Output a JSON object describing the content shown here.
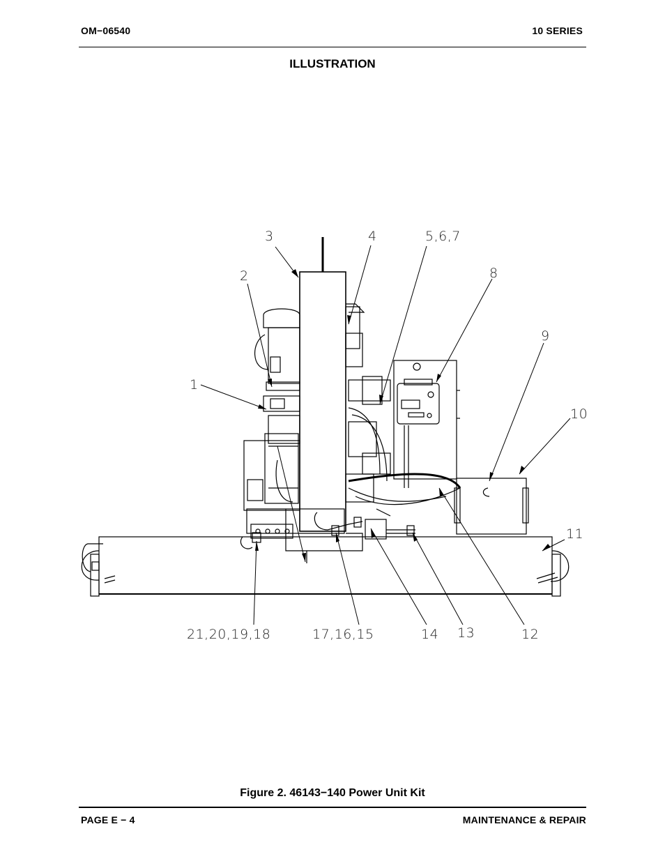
{
  "header": {
    "doc_number": "OM−06540",
    "series": "10 SERIES"
  },
  "section_title": "ILLUSTRATION",
  "figure": {
    "callouts": [
      "3",
      "4",
      "5,6,7",
      "2",
      "8",
      "9",
      "1",
      "10",
      "11",
      "21,20,19,18",
      "17,16,15",
      "14",
      "13",
      "12"
    ],
    "caption": "Figure 2.  46143−140 Power Unit Kit"
  },
  "footer": {
    "page": "PAGE E − 4",
    "section": "MAINTENANCE & REPAIR"
  }
}
